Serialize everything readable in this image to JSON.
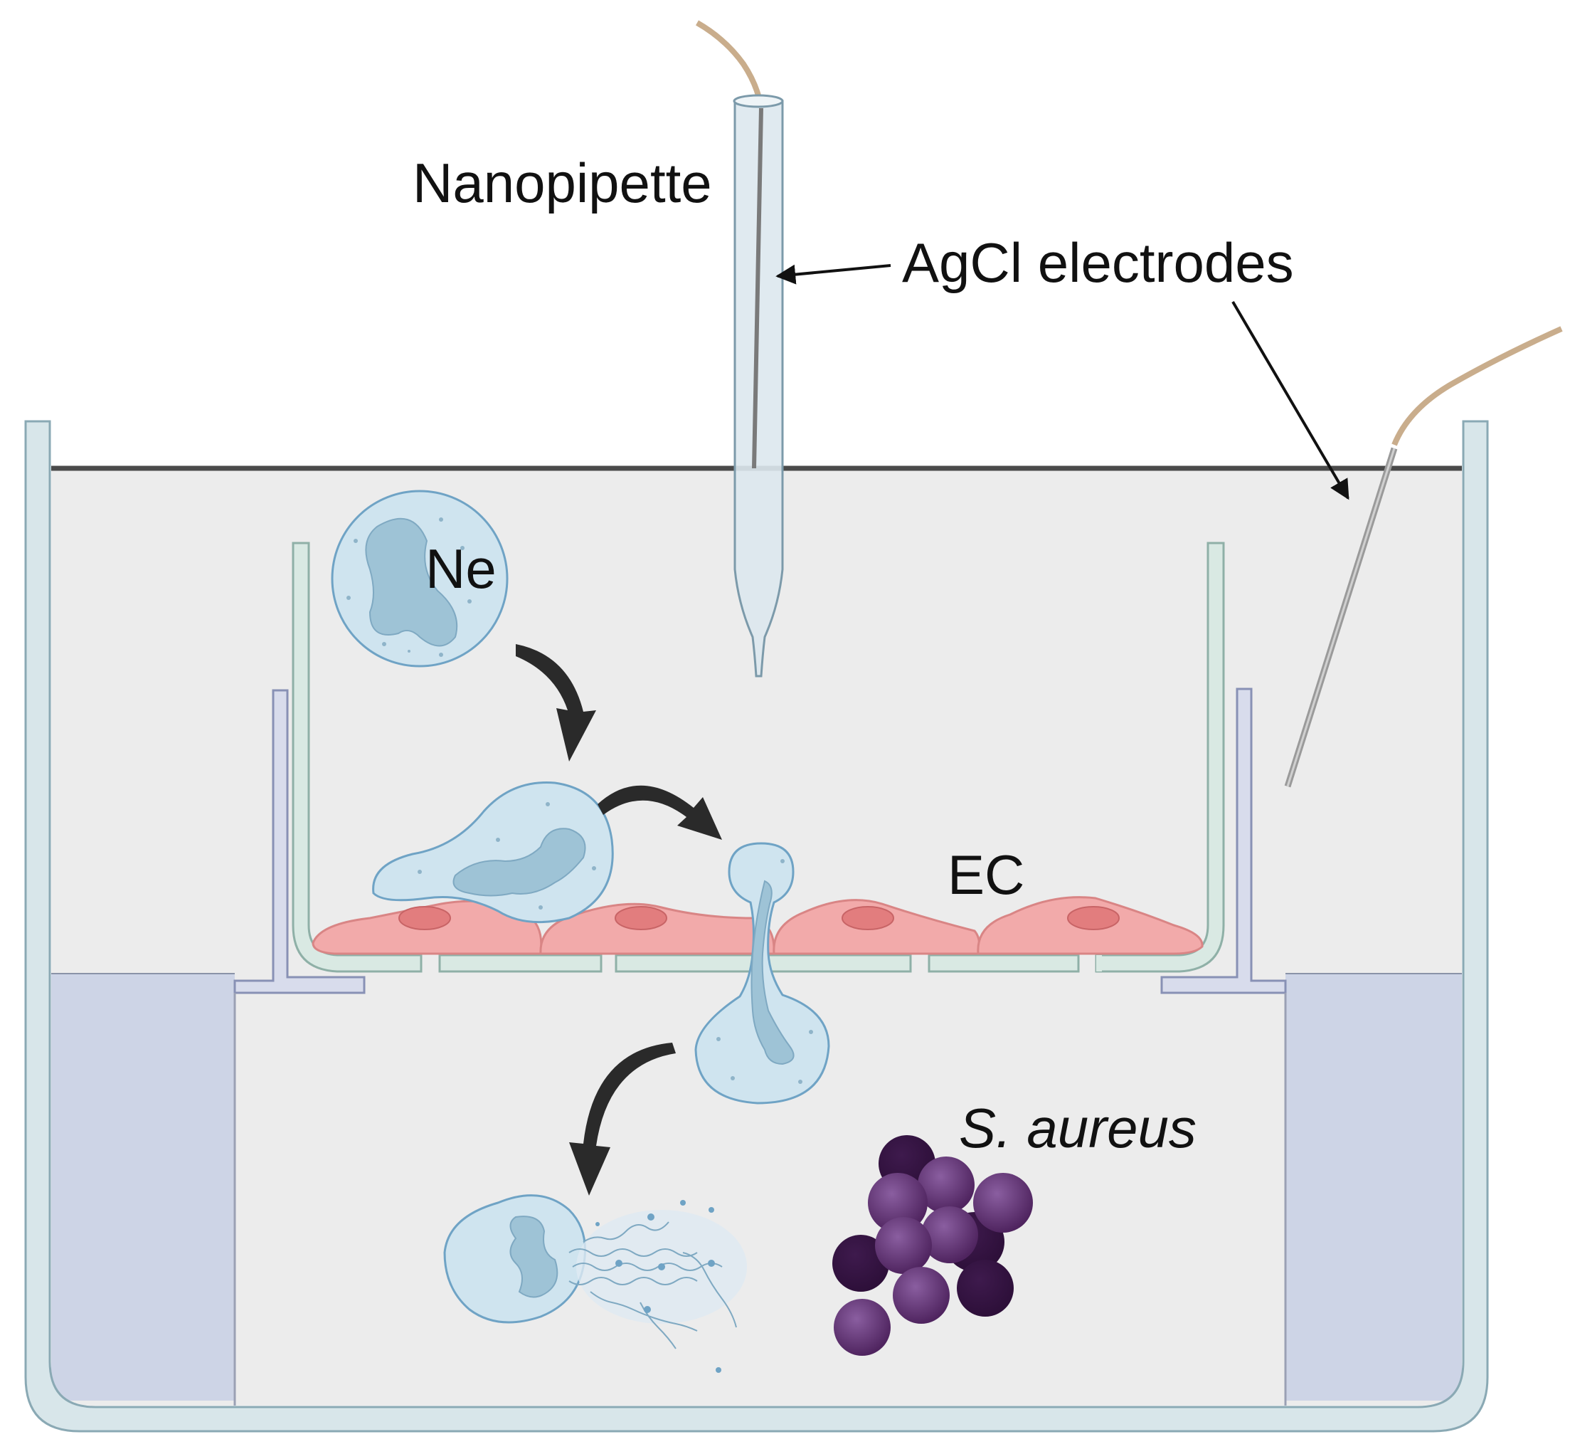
{
  "labels": {
    "nanopipette": "Nanopipette",
    "agcl_electrodes": "AgCl electrodes",
    "neutrophil": "Ne",
    "endothelial_cells": "EC",
    "bacteria": "S. aureus"
  },
  "colors": {
    "medium": "#ececec",
    "medium_outline": "#2f2f2f",
    "well_wall": "#d8e6ea",
    "well_wall_stroke": "#8aa9b4",
    "insert_wall": "#d9e9e3",
    "insert_stroke": "#8fb0a7",
    "lower_reservoir": "#cdd4e6",
    "endothelial_cell": "#f2aaaa",
    "endothelial_nucleus": "#e27d7e",
    "neutrophil_fill": "#cfe4ef",
    "neutrophil_nucleus": "#9ec3d6",
    "neutrophil_outline": "#6fa3c5",
    "bacteria": "#5c2f6f",
    "wire": "#c9ad8c",
    "arrow": "#2a2a2a"
  }
}
